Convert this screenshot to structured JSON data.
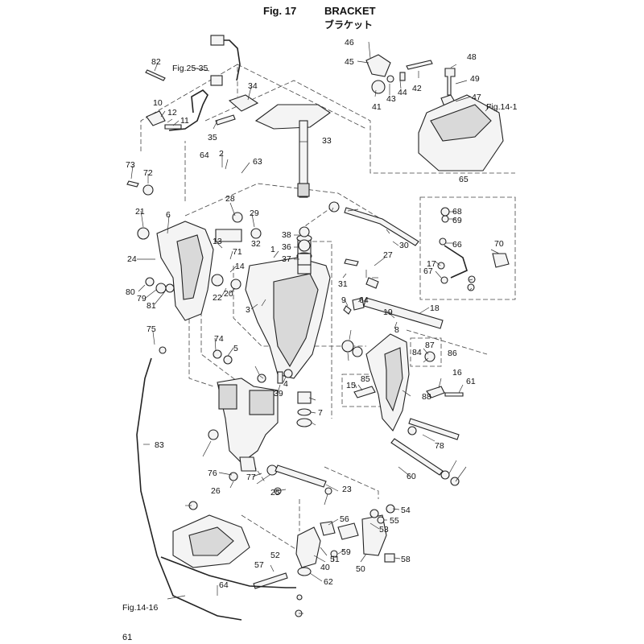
{
  "header": {
    "figure_number": "Fig. 17",
    "title": "BRACKET",
    "subtitle_jp": "ブラケット"
  },
  "footer": {
    "page_number": "61"
  },
  "references": [
    {
      "id": "ref-fig-25-35",
      "text": "Fig.25-35"
    },
    {
      "id": "ref-fig-14-1",
      "text": "Fig.14-1"
    },
    {
      "id": "ref-fig-14-16",
      "text": "Fig.14-16"
    }
  ],
  "callouts": [
    "82",
    "10",
    "12",
    "11",
    "34",
    "35",
    "33",
    "46",
    "45",
    "41",
    "43",
    "44",
    "42",
    "48",
    "49",
    "47",
    "2",
    "64",
    "63",
    "73",
    "72",
    "21",
    "6",
    "28",
    "29",
    "13",
    "71",
    "14",
    "24",
    "80",
    "79",
    "81",
    "22",
    "20",
    "3",
    "32",
    "38",
    "36",
    "37",
    "1",
    "31",
    "27",
    "30",
    "65",
    "68",
    "69",
    "66",
    "70",
    "67",
    "17",
    "18",
    "19",
    "8",
    "9",
    "64",
    "75",
    "74",
    "5",
    "4",
    "39",
    "7",
    "88",
    "87",
    "84",
    "86",
    "85",
    "15",
    "16",
    "61",
    "83",
    "76",
    "77",
    "26",
    "25",
    "23",
    "78",
    "60",
    "56",
    "54",
    "55",
    "53",
    "52",
    "57",
    "51",
    "59",
    "58",
    "50",
    "40",
    "62",
    "64"
  ]
}
